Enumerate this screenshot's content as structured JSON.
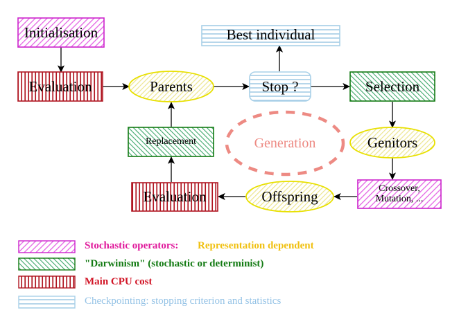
{
  "diagram": {
    "title": "Evolutionary algorithm cycle",
    "nodes": [
      {
        "id": "initialisation",
        "label": "Initialisation",
        "shape": "rect",
        "fill": "magenta-diagonal"
      },
      {
        "id": "evaluation-top",
        "label": "Evaluation",
        "shape": "rect",
        "fill": "red-vertical"
      },
      {
        "id": "parents",
        "label": "Parents",
        "shape": "ellipse",
        "fill": "yellow-diagonal"
      },
      {
        "id": "stop",
        "label": "Stop ?",
        "shape": "rounded-rect",
        "fill": "blue-horizontal"
      },
      {
        "id": "best-individual",
        "label": "Best individual",
        "shape": "rect",
        "fill": "blue-horizontal"
      },
      {
        "id": "selection",
        "label": "Selection",
        "shape": "rect",
        "fill": "green-diagonal"
      },
      {
        "id": "genitors",
        "label": "Genitors",
        "shape": "ellipse",
        "fill": "yellow-diagonal"
      },
      {
        "id": "crossover-mutation",
        "label": "Crossover,\nMutation, ...",
        "shape": "rect",
        "fill": "magenta-diagonal"
      },
      {
        "id": "offspring",
        "label": "Offspring",
        "shape": "ellipse",
        "fill": "yellow-diagonal"
      },
      {
        "id": "evaluation-bottom",
        "label": "Evaluation",
        "shape": "rect",
        "fill": "red-vertical"
      },
      {
        "id": "replacement",
        "label": "Replacement",
        "shape": "rect",
        "fill": "green-diagonal"
      },
      {
        "id": "generation",
        "label": "Generation",
        "shape": "dashed-ellipse",
        "fill": "none"
      }
    ]
  },
  "legend": {
    "rows": [
      {
        "swatch": "magenta-diagonal",
        "text": "Stochastic operators:",
        "text2": "Representation dependent"
      },
      {
        "swatch": "green-diagonal",
        "text": "\"Darwinism\" (stochastic or determinist)",
        "text2": ""
      },
      {
        "swatch": "red-vertical",
        "text": "Main CPU cost",
        "text2": ""
      },
      {
        "swatch": "blue-horizontal",
        "text": "Checkpointing: stopping criterion and statistics",
        "text2": ""
      }
    ]
  },
  "colors": {
    "magenta_border": "#cc22cc",
    "magenta_hatch": "#e060e0",
    "green_border": "#127a12",
    "green_hatch": "#3aa86a",
    "red_border": "#b01722",
    "red_hatch": "#c83030",
    "blue_border": "#a8d0e8",
    "blue_hatch": "#9ec8e4",
    "yellow_border": "#e8e000",
    "yellow_hatch": "#efe78a",
    "salmon": "#ed8a83",
    "text": "#000000"
  }
}
